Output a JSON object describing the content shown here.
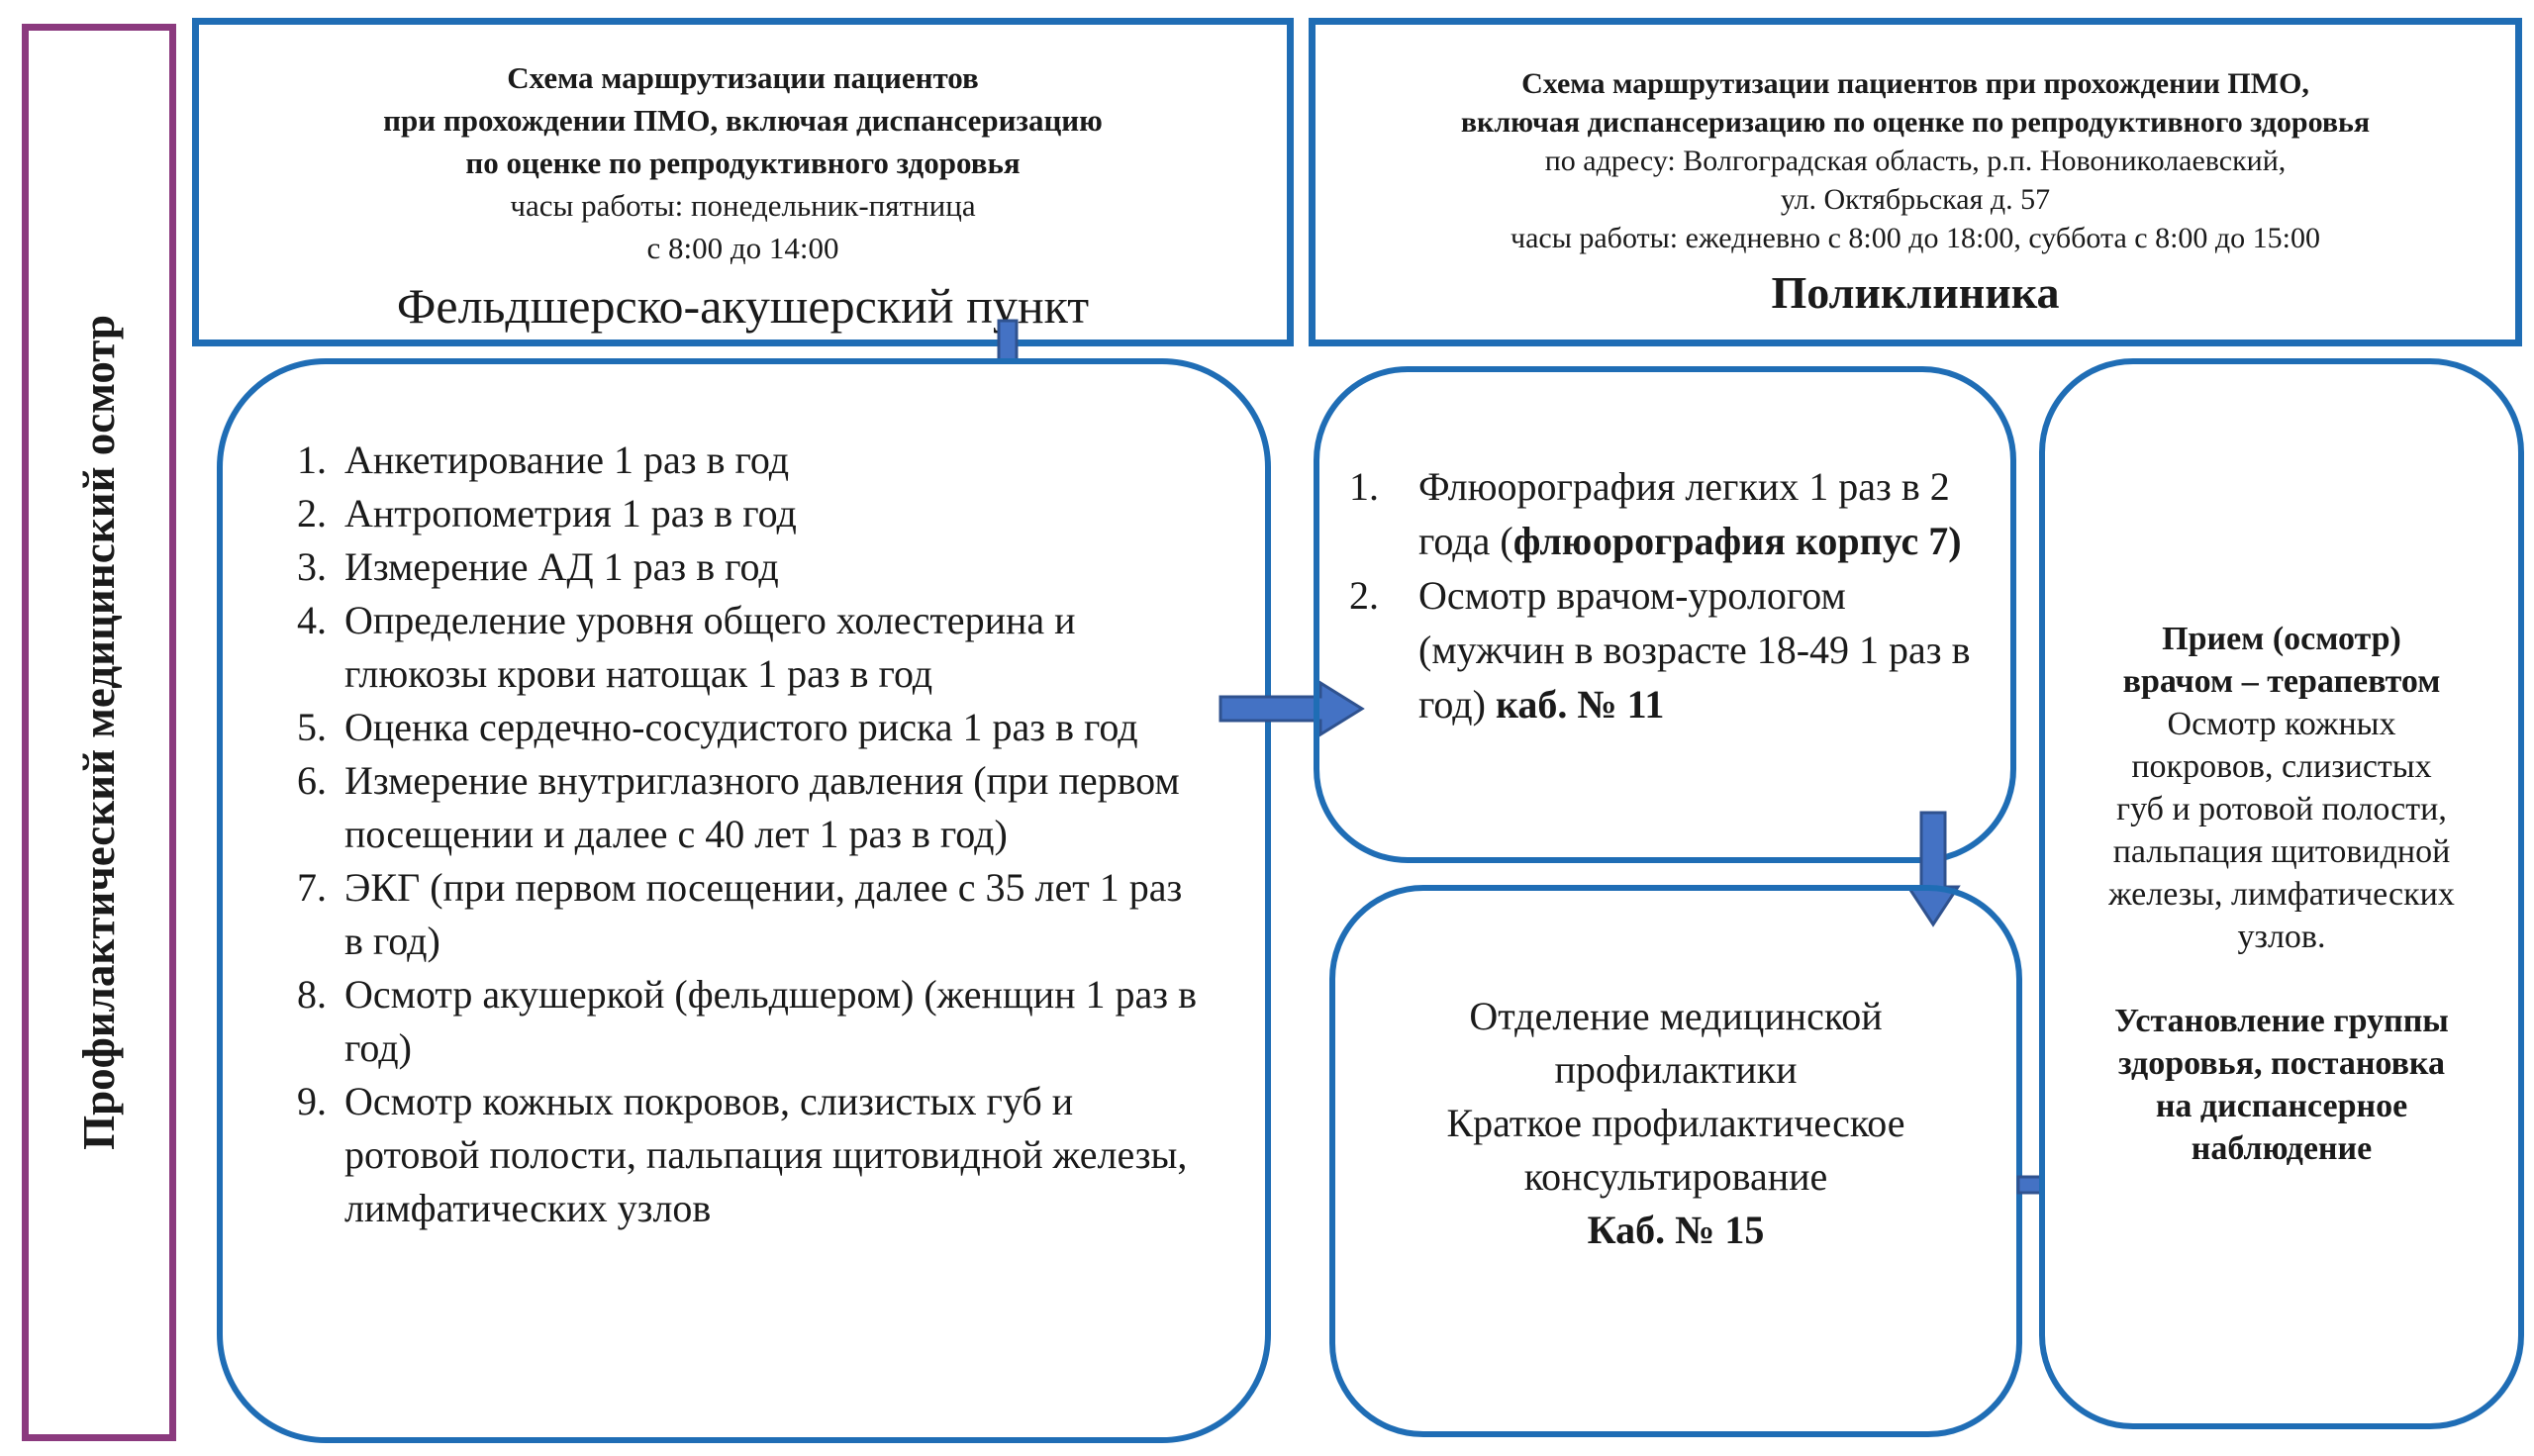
{
  "side_title": "Профилактический медицинский осмотр",
  "fap_header": {
    "line1": "Схема маршрутизации пациентов",
    "line2": "при прохождении ПМО, включая диспансеризацию",
    "line3": "по оценке по репродуктивного здоровья",
    "line4": "часы работы: понедельник-пятница",
    "line5": "с 8:00 до 14:00",
    "name": "Фельдшерско-акушерский пункт"
  },
  "poli_header": {
    "line1": "Схема маршрутизации пациентов при прохождении ПМО,",
    "line2": "включая диспансеризацию по оценке по репродуктивного здоровья",
    "line3": "по адресу: Волгоградская область, р.п. Новониколаевский,",
    "line4": "ул. Октябрьская д. 57",
    "line5": "часы работы: ежедневно с 8:00 до 18:00, суббота с 8:00 до 15:00",
    "name": "Поликлиника"
  },
  "fap_list": [
    {
      "num": "1.",
      "text": "Анкетирование 1 раз в год"
    },
    {
      "num": "2.",
      "text": "Антропометрия 1 раз в год"
    },
    {
      "num": "3.",
      "text": "Измерение АД 1 раз в год"
    },
    {
      "num": "4.",
      "text": "Определение уровня общего холестерина и глюкозы крови натощак 1 раз в год"
    },
    {
      "num": "5.",
      "text": "Оценка сердечно-сосудистого риска 1 раз в год"
    },
    {
      "num": "6.",
      "text": "Измерение внутриглазного давления (при первом посещении и далее с 40 лет 1 раз в год)"
    },
    {
      "num": "7.",
      "text": "ЭКГ (при первом посещении, далее с 35 лет 1 раз в год)"
    },
    {
      "num": "8.",
      "text": "Осмотр акушеркой (фельдшером) (женщин 1 раз в год)"
    },
    {
      "num": "9.",
      "text": "Осмотр кожных покровов, слизистых губ и ротовой полости, пальпация щитовидной железы, лимфатических узлов"
    }
  ],
  "fluoro_box": {
    "item1_num": "1.",
    "item1_text": "Флюорография легких 1 раз в 2 года (",
    "item1_bold": "флюорография корпус 7)",
    "item2_num": "2.",
    "item2_text": "Осмотр врачом-урологом (мужчин в возрасте 18-49 1 раз в год) ",
    "item2_bold": "каб. № 11"
  },
  "omp_box": {
    "line1": "Отделение медицинской",
    "line2": "профилактики",
    "line3": "Краткое профилактическое",
    "line4": "консультирование",
    "cabinet": "Каб. № 15"
  },
  "therapist_box": {
    "title1": "Прием (осмотр)",
    "title2": "врачом – терапевтом",
    "desc1": "Осмотр кожных",
    "desc2": "покровов, слизистых",
    "desc3": "губ и ротовой полости,",
    "desc4": "пальпация щитовидной",
    "desc5": "железы, лимфатических",
    "desc6": "узлов.",
    "result1": "Установление группы",
    "result2": "здоровья, постановка",
    "result3": "на диспансерное",
    "result4": "наблюдение"
  },
  "colors": {
    "box_border": "#1f6db5",
    "side_border": "#8b3a7e",
    "arrow": "#4472c4"
  }
}
